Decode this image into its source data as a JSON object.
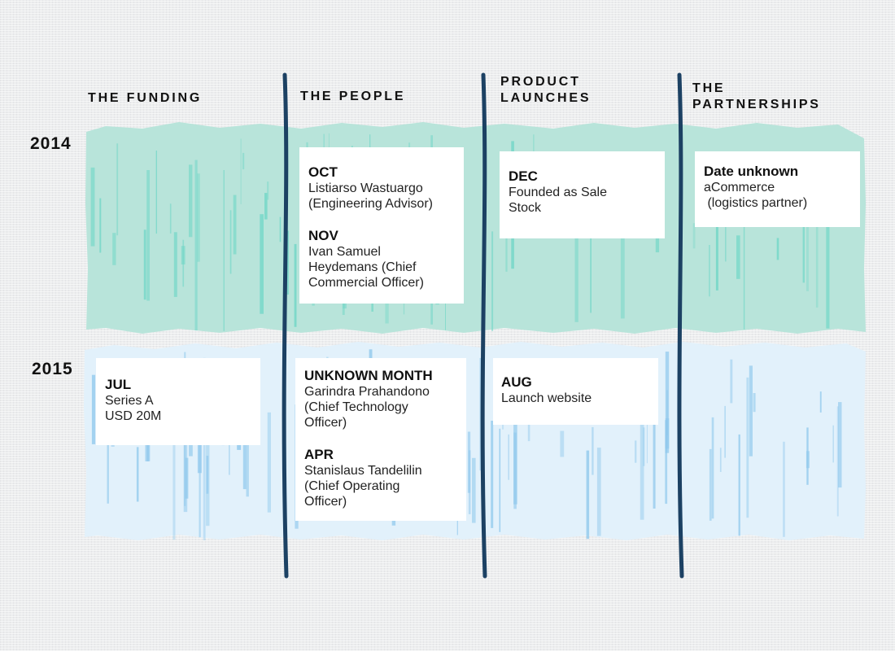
{
  "colors": {
    "band_2014": "#b8e4da",
    "band_2014_streak": "#6fd6c6",
    "band_2015": "#e2f1fb",
    "band_2015_streak": "#8fc8ec",
    "divider": "#1c4163",
    "card": "#ffffff"
  },
  "columns": [
    {
      "title": "THE FUNDING"
    },
    {
      "title": "THE PEOPLE"
    },
    {
      "title": "PRODUCT\nLAUNCHES"
    },
    {
      "title": "THE\nPARTNERSHIPS"
    }
  ],
  "years": [
    {
      "label": "2014"
    },
    {
      "label": "2015"
    }
  ],
  "cards": {
    "people_2014": [
      {
        "head": "OCT",
        "body": "Listiarso Wastuargo\n(Engineering Advisor)"
      },
      {
        "head": "NOV",
        "body": "Ivan Samuel\nHeydemans (Chief\nCommercial Officer)"
      }
    ],
    "launches_2014": [
      {
        "head": "DEC",
        "body": "Founded as Sale\nStock"
      }
    ],
    "partnerships_2014": [
      {
        "head": "Date unknown",
        "body": "aCommerce\n (logistics partner)"
      }
    ],
    "funding_2015": [
      {
        "head": "JUL",
        "body": "Series A\nUSD 20M"
      }
    ],
    "people_2015": [
      {
        "head": "UNKNOWN MONTH",
        "body": "Garindra Prahandono\n(Chief Technology\nOfficer)"
      },
      {
        "head": "APR",
        "body": "Stanislaus Tandelilin\n(Chief Operating\nOfficer)"
      }
    ],
    "launches_2015": [
      {
        "head": "AUG",
        "body": "Launch website"
      }
    ]
  }
}
